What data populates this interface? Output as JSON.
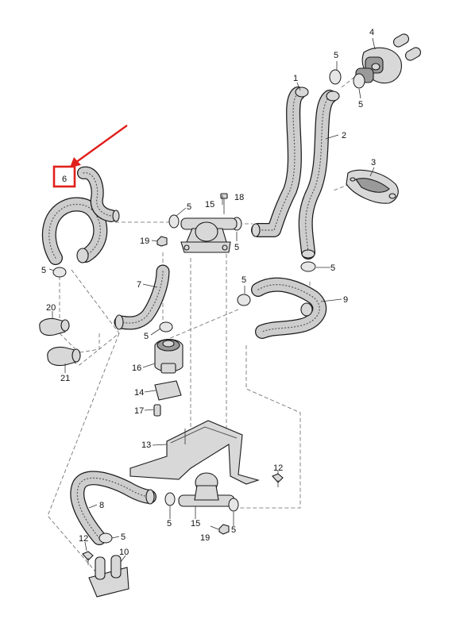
{
  "callouts": {
    "c1": "1",
    "c2": "2",
    "c3": "3",
    "c4": "4",
    "c5a": "5",
    "c5b": "5",
    "c5c": "5",
    "c5d": "5",
    "c5e": "5",
    "c5f": "5",
    "c5g": "5",
    "c5h": "5",
    "c5i": "5",
    "c5j": "5",
    "c5k": "5",
    "c6": "6",
    "c7": "7",
    "c8": "8",
    "c9": "9",
    "c10": "10",
    "c12a": "12",
    "c12b": "12",
    "c13": "13",
    "c14": "14",
    "c15a": "15",
    "c15b": "15",
    "c16": "16",
    "c17": "17",
    "c18": "18",
    "c19a": "19",
    "c19b": "19",
    "c20": "20",
    "c21": "21"
  },
  "highlight": {
    "box_color": "#e0201b",
    "arrow_color": "#e0201b"
  }
}
